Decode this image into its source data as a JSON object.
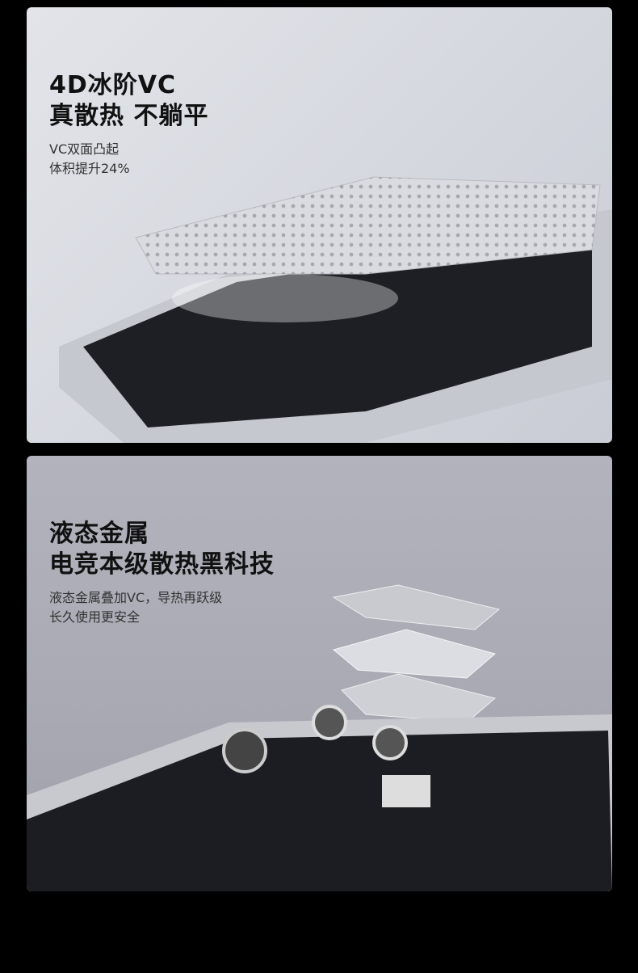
{
  "section1": {
    "title_line1": "4D冰阶VC",
    "title_line2": "真散热 不躺平",
    "sub_line1": "VC双面凸起",
    "sub_line2": "体积提升24%"
  },
  "section2": {
    "title_line1": "液态金属",
    "title_line2": "电竞本级散热黑科技",
    "sub_line1": "液态金属叠加VC，导热再跃级",
    "sub_line2": "长久使用更安全"
  }
}
